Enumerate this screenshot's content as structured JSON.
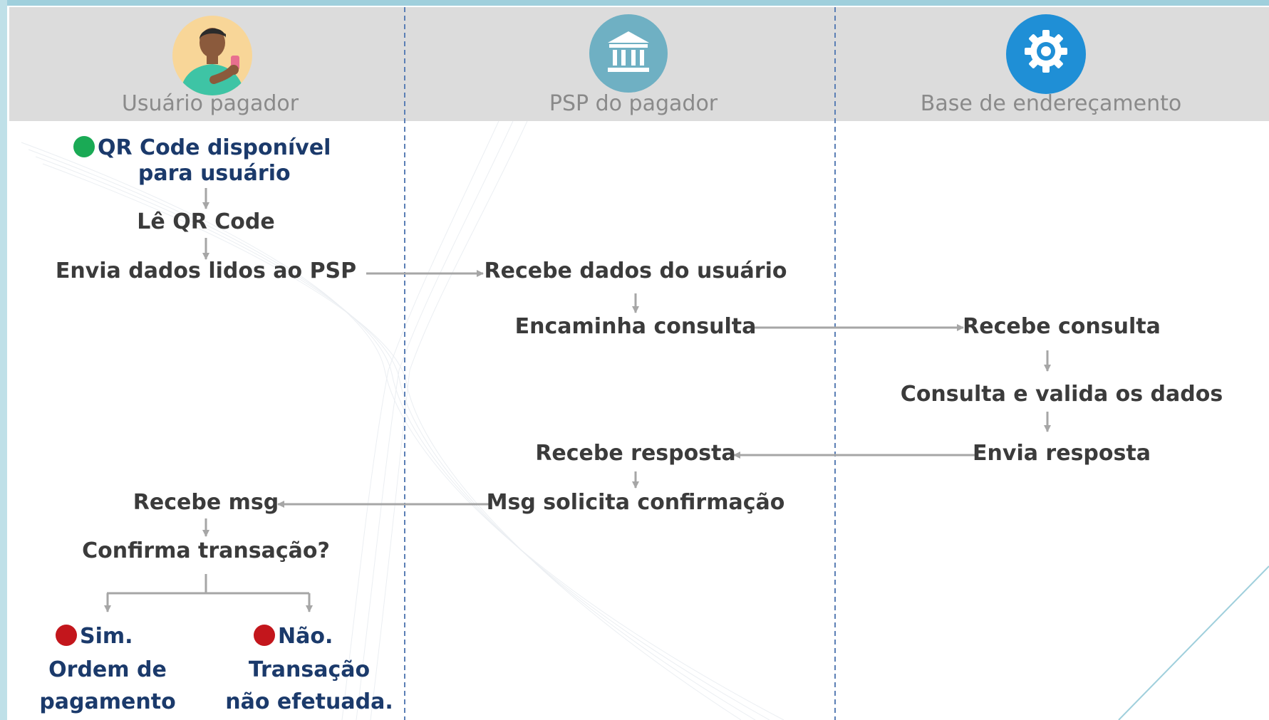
{
  "lanes": [
    {
      "title": "Usuário pagador",
      "icon": "person-with-phone-icon"
    },
    {
      "title": "PSP do pagador",
      "icon": "bank-icon"
    },
    {
      "title": "Base de endereçamento",
      "icon": "gear-icon"
    }
  ],
  "steps": {
    "qr_available": "QR Code disponível\npara usuário",
    "reads_qr": "Lê QR Code",
    "sends_data": "Envia dados lidos ao PSP",
    "receives_user_data": "Recebe dados do usuário",
    "forwards_query": "Encaminha consulta",
    "receives_query": "Recebe consulta",
    "validates_data": "Consulta e valida os dados",
    "sends_response": "Envia resposta",
    "receives_response": "Recebe resposta",
    "msg_confirmation": "Msg solicita confirmação",
    "receives_msg": "Recebe msg",
    "confirm_question": "Confirma transação?"
  },
  "outcomes": {
    "yes": {
      "title": "Sim.",
      "text": "Ordem de\npagamento"
    },
    "no": {
      "title": "Não.",
      "text": "Transação\nnão efetuada."
    }
  },
  "colors": {
    "header_band": "#dcdcdc",
    "top_border": "#9fcfdc",
    "lane_divider": "#5b7fb5",
    "arrow": "#a6a6a6",
    "start_dot": "#1aaa55",
    "end_dot": "#c3161c",
    "dark_blue_text": "#1b3a6b",
    "step_text": "#3b3b3b"
  }
}
